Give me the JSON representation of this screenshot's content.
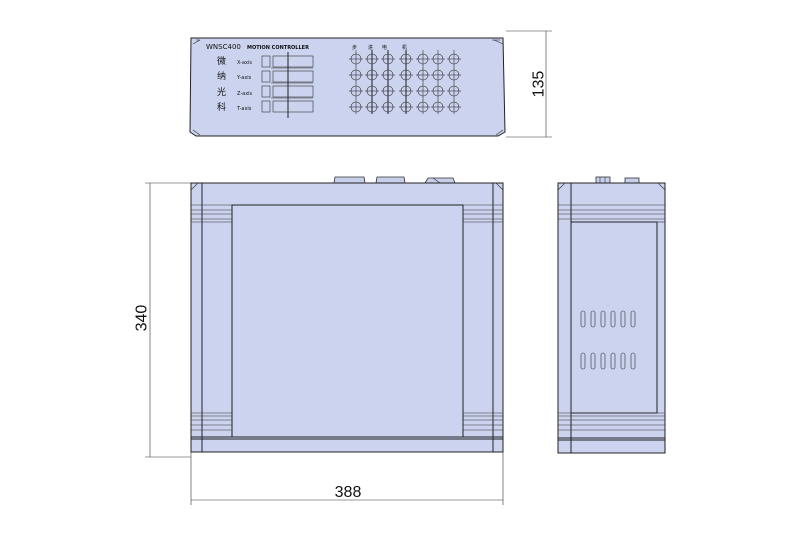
{
  "front_panel": {
    "model": "WNSC400",
    "subtitle": "MOTION CONTROLLER",
    "side_chars": [
      "微",
      "纳",
      "光",
      "科"
    ],
    "axis_labels": [
      "X-axis",
      "Y-axis",
      "Z-axis",
      "T-axis"
    ],
    "top_chars": [
      "步",
      "进",
      "电",
      "机"
    ]
  },
  "dimensions": {
    "height_front": "135",
    "height_top": "340",
    "width_top": "388"
  }
}
